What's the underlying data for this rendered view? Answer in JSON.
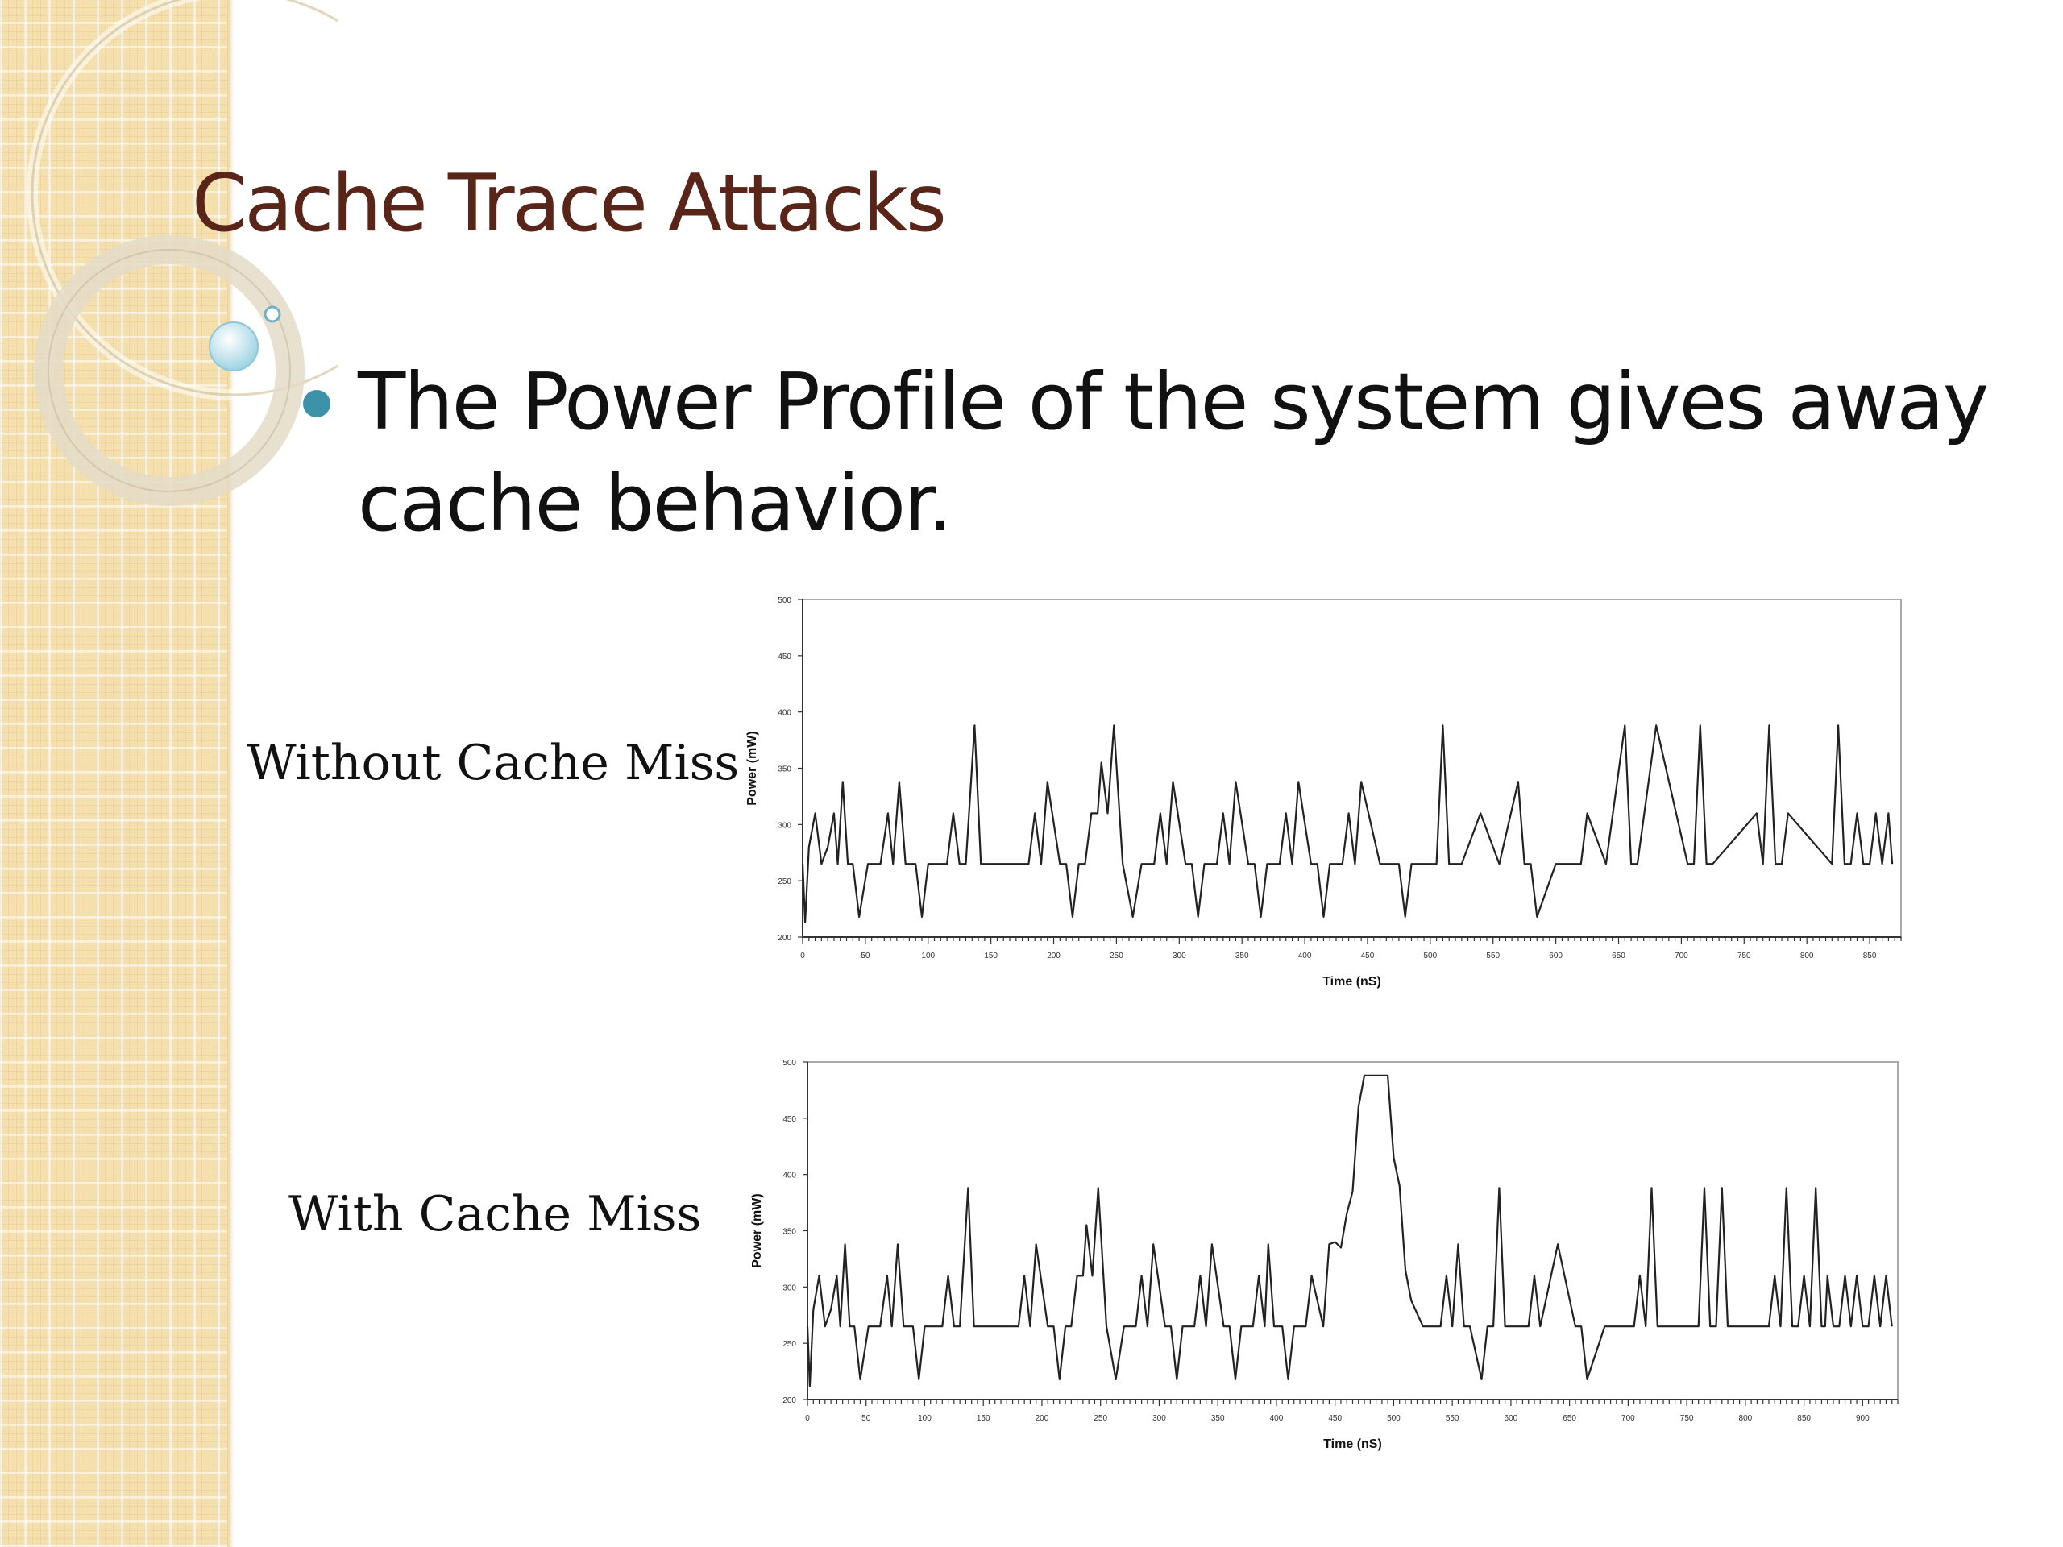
{
  "slide": {
    "title": "Cache Trace Attacks",
    "bullet": "The Power Profile of the system gives away cache behavior.",
    "accent_color": "#3c92a8",
    "title_color": "#5a2519",
    "sidebar_color": "#f4dfae"
  },
  "chart_labels": [
    "Without Cache Miss",
    "With Cache Miss"
  ],
  "chart_data": [
    {
      "type": "line",
      "xlabel": "Time (nS)",
      "ylabel": "Power (mW)",
      "xlim": [
        0,
        875
      ],
      "ylim": [
        200,
        500
      ],
      "xticks": [
        0,
        50,
        100,
        150,
        200,
        250,
        300,
        350,
        400,
        450,
        500,
        550,
        600,
        650,
        700,
        750,
        800,
        850
      ],
      "yticks": [
        200,
        250,
        300,
        350,
        400,
        450,
        500
      ],
      "grid": false,
      "series": [
        {
          "x": [
            0,
            2,
            5,
            10,
            15,
            20,
            25,
            28,
            32,
            36,
            40,
            45,
            52,
            57,
            62,
            68,
            72,
            77,
            82,
            86,
            90,
            95,
            100,
            105,
            115,
            120,
            125,
            130,
            137,
            142,
            148,
            180,
            185,
            190,
            195,
            205,
            210,
            215,
            220,
            225,
            230,
            235,
            238,
            243,
            248,
            255,
            263,
            270,
            280,
            285,
            290,
            295,
            305,
            310,
            315,
            320,
            325,
            330,
            335,
            340,
            345,
            355,
            360,
            365,
            370,
            375,
            380,
            385,
            390,
            395,
            405,
            410,
            415,
            420,
            425,
            430,
            435,
            440,
            445,
            460,
            475,
            480,
            485,
            500,
            505,
            510,
            515,
            520,
            525,
            540,
            555,
            570,
            575,
            580,
            585,
            600,
            615,
            620,
            625,
            640,
            655,
            660,
            665,
            680,
            705,
            710,
            715,
            720,
            725,
            760,
            765,
            770,
            775,
            780,
            785,
            820,
            825,
            830,
            835,
            840,
            845,
            850,
            855,
            860,
            865,
            868
          ],
          "y": [
            265,
            213,
            280,
            310,
            265,
            280,
            310,
            265,
            338,
            265,
            265,
            218,
            265,
            265,
            265,
            310,
            265,
            338,
            265,
            265,
            265,
            218,
            265,
            265,
            265,
            310,
            265,
            265,
            388,
            265,
            265,
            265,
            310,
            265,
            338,
            265,
            265,
            218,
            265,
            265,
            310,
            310,
            355,
            310,
            388,
            265,
            218,
            265,
            265,
            310,
            265,
            338,
            265,
            265,
            218,
            265,
            265,
            265,
            310,
            265,
            338,
            265,
            265,
            218,
            265,
            265,
            265,
            310,
            265,
            338,
            265,
            265,
            218,
            265,
            265,
            265,
            310,
            265,
            338,
            265,
            265,
            218,
            265,
            265,
            265,
            388,
            265,
            265,
            265,
            310,
            265,
            338,
            265,
            265,
            218,
            265,
            265,
            265,
            310,
            265,
            388,
            265,
            265,
            388,
            265,
            265,
            388,
            265,
            265,
            310,
            265,
            388,
            265,
            265,
            310,
            265,
            388,
            265,
            265,
            310,
            265,
            265,
            310,
            265,
            310,
            265
          ]
        }
      ]
    },
    {
      "type": "line",
      "xlabel": "Time (nS)",
      "ylabel": "Power (mW)",
      "xlim": [
        0,
        930
      ],
      "ylim": [
        200,
        500
      ],
      "xticks": [
        0,
        50,
        100,
        150,
        200,
        250,
        300,
        350,
        400,
        450,
        500,
        550,
        600,
        650,
        700,
        750,
        800,
        850,
        900
      ],
      "yticks": [
        200,
        250,
        300,
        350,
        400,
        450,
        500
      ],
      "grid": false,
      "series": [
        {
          "x": [
            0,
            2,
            5,
            10,
            15,
            20,
            25,
            28,
            32,
            36,
            40,
            45,
            52,
            57,
            62,
            68,
            72,
            77,
            82,
            86,
            90,
            95,
            100,
            105,
            115,
            120,
            125,
            130,
            137,
            142,
            148,
            180,
            185,
            190,
            195,
            205,
            210,
            215,
            220,
            225,
            230,
            235,
            238,
            243,
            248,
            255,
            263,
            270,
            280,
            285,
            290,
            295,
            305,
            310,
            315,
            320,
            325,
            330,
            335,
            340,
            345,
            355,
            360,
            365,
            370,
            375,
            380,
            385,
            390,
            393,
            398,
            405,
            410,
            415,
            420,
            425,
            430,
            440,
            445,
            450,
            455,
            460,
            465,
            470,
            475,
            480,
            485,
            490,
            495,
            500,
            505,
            510,
            515,
            525,
            540,
            545,
            550,
            555,
            560,
            565,
            575,
            580,
            585,
            590,
            595,
            605,
            615,
            620,
            625,
            640,
            655,
            660,
            665,
            680,
            705,
            710,
            715,
            720,
            725,
            760,
            765,
            770,
            775,
            780,
            785,
            820,
            825,
            830,
            835,
            840,
            845,
            850,
            855,
            860,
            865,
            868,
            870,
            875,
            880,
            885,
            890,
            895,
            900,
            905,
            910,
            915,
            920,
            925
          ],
          "y": [
            265,
            212,
            280,
            310,
            265,
            280,
            310,
            265,
            338,
            265,
            265,
            218,
            265,
            265,
            265,
            310,
            265,
            338,
            265,
            265,
            265,
            218,
            265,
            265,
            265,
            310,
            265,
            265,
            388,
            265,
            265,
            265,
            310,
            265,
            338,
            265,
            265,
            218,
            265,
            265,
            310,
            310,
            355,
            310,
            388,
            265,
            218,
            265,
            265,
            310,
            265,
            338,
            265,
            265,
            218,
            265,
            265,
            265,
            310,
            265,
            338,
            265,
            265,
            218,
            265,
            265,
            265,
            310,
            265,
            338,
            265,
            265,
            218,
            265,
            265,
            265,
            310,
            265,
            338,
            340,
            335,
            365,
            385,
            460,
            488,
            488,
            488,
            488,
            488,
            415,
            390,
            315,
            288,
            265,
            265,
            310,
            265,
            338,
            265,
            265,
            218,
            265,
            265,
            388,
            265,
            265,
            265,
            310,
            265,
            338,
            265,
            265,
            218,
            265,
            265,
            310,
            265,
            388,
            265,
            265,
            388,
            265,
            265,
            388,
            265,
            265,
            310,
            265,
            388,
            265,
            265,
            310,
            265,
            388,
            265,
            265,
            310,
            265,
            265,
            310,
            265,
            310,
            265,
            265,
            310,
            265,
            310,
            265
          ]
        }
      ]
    }
  ]
}
